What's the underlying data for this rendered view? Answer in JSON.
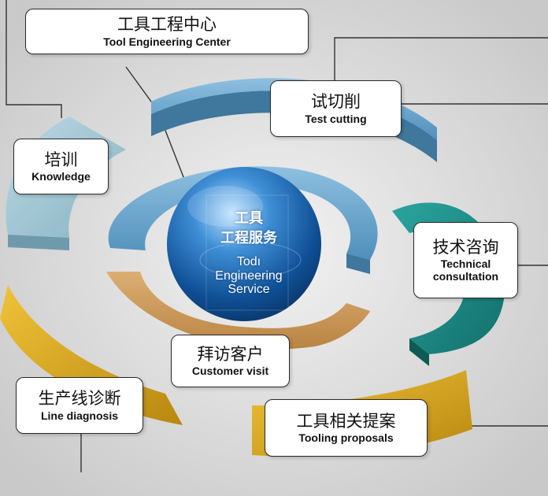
{
  "center": {
    "line1": "工具",
    "line2": "工程服务",
    "en_line1": "Todı",
    "en_line2": "Engineering",
    "en_line3": "Service"
  },
  "callouts": {
    "tool_engineering_center": {
      "zh": "工具工程中心",
      "en": "Tool Engineering Center"
    },
    "test_cutting": {
      "zh": "试切削",
      "en": "Test cutting"
    },
    "knowledge": {
      "zh": "培训",
      "en": "Knowledge"
    },
    "technical_consultation": {
      "zh": "技术咨询",
      "en_line1": "Technical",
      "en_line2": "consultation"
    },
    "customer_visit": {
      "zh": "拜访客户",
      "en": "Customer visit"
    },
    "line_diagnosis": {
      "zh": "生产线诊断",
      "en": "Line diagnosis"
    },
    "tooling_proposals": {
      "zh": "工具相关提案",
      "en": "Tooling proposals"
    }
  },
  "colors": {
    "background": "#d8d8d8",
    "blue_arc": "#6fa3c8",
    "light_blue_arc": "#a6c6d2",
    "teal_arc": "#1f8f8a",
    "gold_arc": "#d8a41e",
    "tan_arc": "#c8955a",
    "sphere": "#1f6fb8"
  }
}
